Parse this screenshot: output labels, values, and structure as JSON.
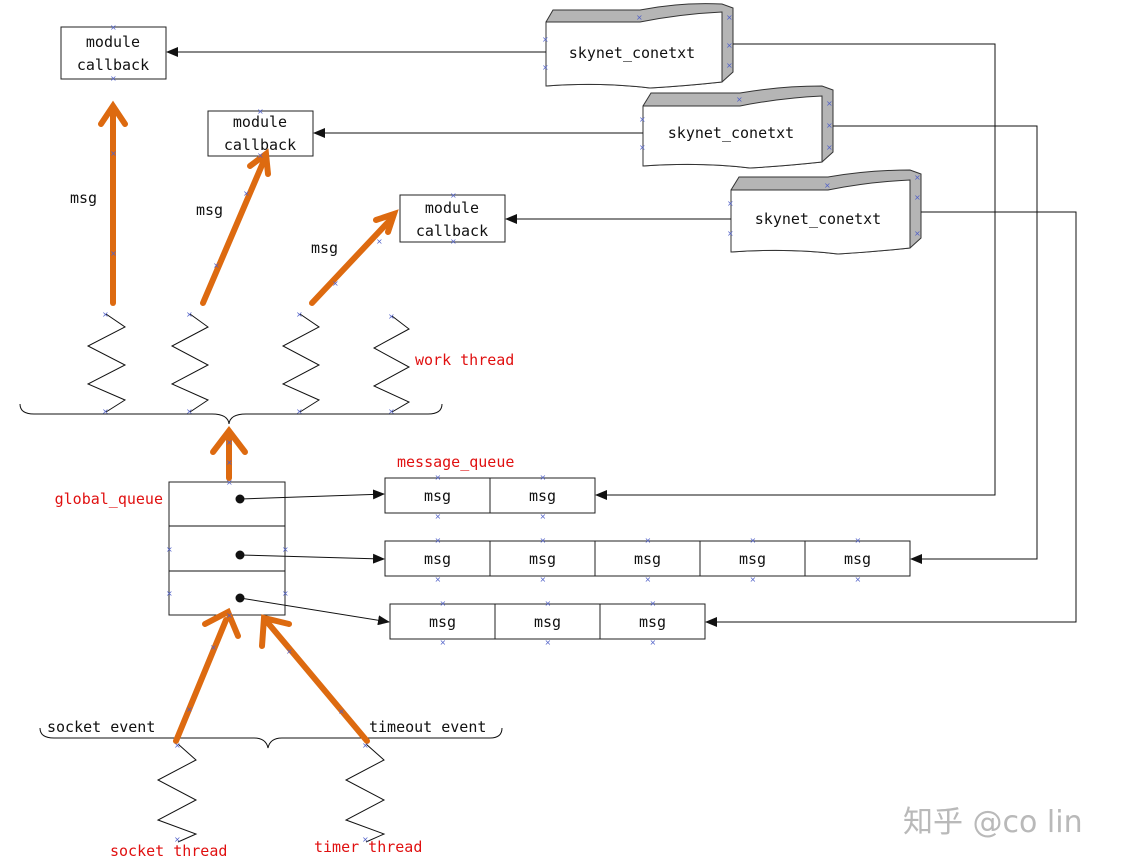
{
  "labels": {
    "module_callback_line1": "module",
    "module_callback_line2": "callback",
    "skynet_context": "skynet_conetxt",
    "msg": "msg",
    "work_thread": "work thread",
    "message_queue": "message_queue",
    "global_queue": "global_queue",
    "socket_event": "socket event",
    "timeout_event": "timeout event",
    "socket_thread": "socket thread",
    "timer_thread": "timer thread",
    "queue_cell": "msg"
  },
  "queues": [
    {
      "cells": [
        "msg",
        "msg"
      ]
    },
    {
      "cells": [
        "msg",
        "msg",
        "msg",
        "msg",
        "msg"
      ]
    },
    {
      "cells": [
        "msg",
        "msg",
        "msg"
      ]
    }
  ],
  "watermark": "知乎 @co lin",
  "colors": {
    "arrow_orange": "#dd6a10",
    "label_red": "#e01010",
    "shape_shadow": "#b5b5b5",
    "watermark": "#b9b9b9"
  }
}
